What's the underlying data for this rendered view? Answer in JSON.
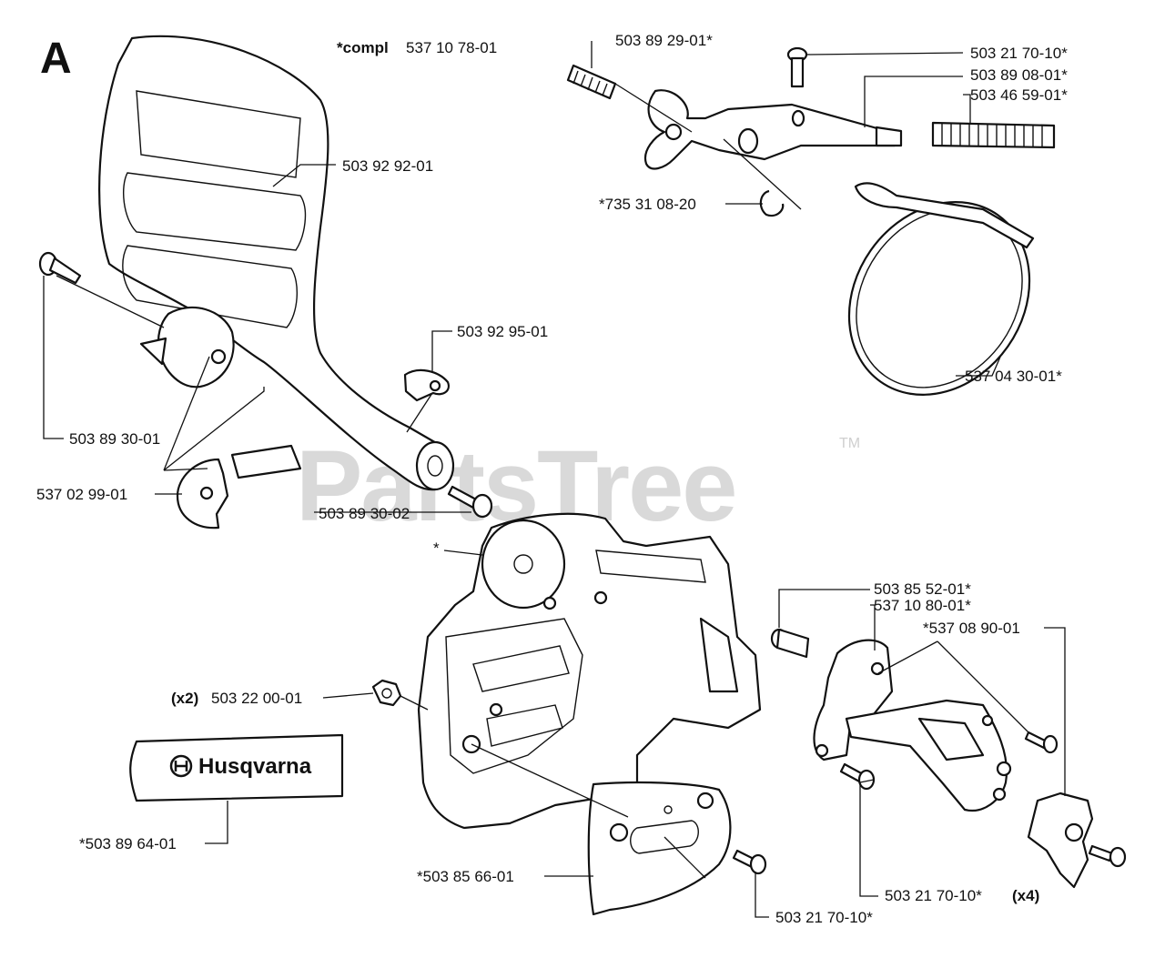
{
  "section_letter": "A",
  "watermark": "PartsTree",
  "watermark_tm": "TM",
  "decal_brand": "Husqvarna",
  "labels": {
    "compl_prefix": "*compl",
    "compl_number": "537 10 78-01",
    "p1": "503 89 29-01*",
    "p2": "503 21 70-10*",
    "p3": "503 89 08-01*",
    "p4": "503 46 59-01*",
    "p5": "503 92 92-01",
    "p6": "*735 31 08-20",
    "p7": "503 92 95-01",
    "p8": "537 04 30-01*",
    "p9": "503 89 30-01",
    "p10": "537 02 99-01",
    "p11": "503 89 30-02",
    "p12": "*",
    "p13": "503 85 52-01*",
    "p14": "537 10 80-01*",
    "p15": "*537 08 90-01",
    "p16_qty": "(x2)",
    "p16": "503 22 00-01",
    "p17": "*503 89 64-01",
    "p18": "503 21 70-10*",
    "p18_qty": "(x4)",
    "p19": "*503 85 66-01",
    "p20": "503 21 70-10*"
  }
}
